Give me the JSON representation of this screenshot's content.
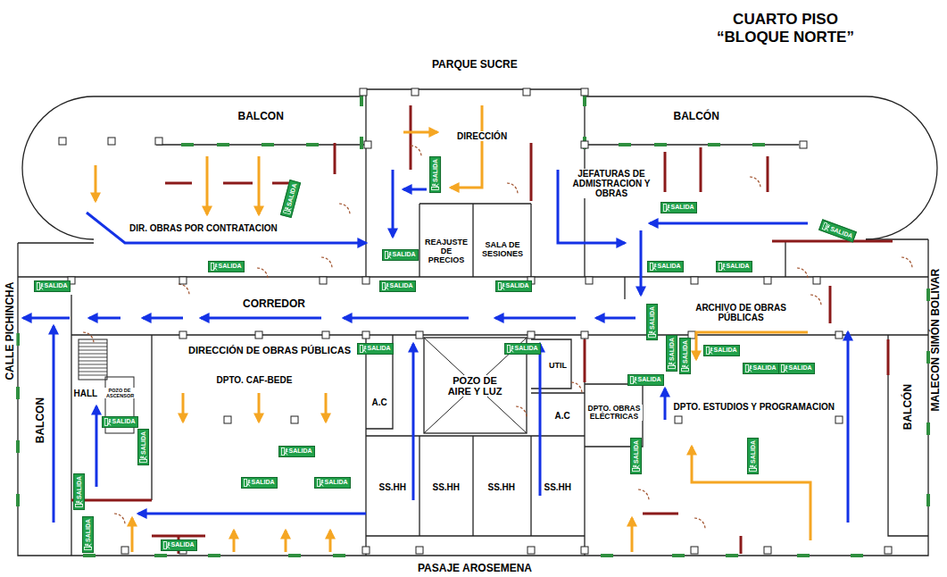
{
  "diagram": {
    "title": "CUARTO PISO “BLOQUE NORTE”",
    "nodes": [
      {
        "text": [
          "SALIDA"
        ]
      },
      {
        "text": [
          "SALIDA"
        ]
      },
      {
        "text": [
          "SALIDA"
        ]
      },
      {
        "text": [
          "SALIDA"
        ]
      },
      {
        "text": [
          "SALIDA"
        ]
      },
      {
        "text": [
          "SALIDA"
        ]
      },
      {
        "text": [
          "SALIDA"
        ]
      },
      {
        "text": [
          "SALIDA"
        ]
      },
      {
        "text": [
          "SALIDA"
        ]
      },
      {
        "text": [
          "SALIDA"
        ]
      },
      {
        "text": [
          "SALIDA"
        ]
      },
      {
        "text": [
          "SALIDA"
        ]
      },
      {
        "text": [
          "SALIDA"
        ]
      },
      {
        "text": [
          "SALIDA"
        ]
      },
      {
        "text": [
          "SALIDA"
        ]
      },
      {
        "text": [
          "SALIDA"
        ]
      },
      {
        "text": [
          "SALIDA"
        ]
      },
      {
        "text": [
          "SALIDA"
        ]
      },
      {
        "text": [
          "SALIDA"
        ]
      },
      {
        "text": [
          "SALIDA"
        ]
      },
      {
        "text": [
          "SALIDA"
        ]
      },
      {
        "text": [
          "SALIDA"
        ]
      },
      {
        "text": [
          "SALIDA"
        ]
      },
      {
        "text": [
          "SALIDA"
        ]
      },
      {
        "text": [
          "SALIDA"
        ]
      },
      {
        "text": [
          "SALIDA"
        ]
      },
      {
        "text": [
          "SALIDA"
        ]
      },
      {
        "text": [
          "SALIDA"
        ]
      },
      {
        "text": [
          "SALIDA"
        ]
      },
      {
        "text": [
          "SALIDA"
        ]
      }
    ],
    "labels": [
      "PARQUE SUCRE",
      "BALCON",
      "DIRECCIÓN",
      "BALCÓN",
      "JEFATURAS DE ADMISTRACION Y OBRAS",
      "DIR. OBRAS POR CONTRATACION",
      "REAJUSTE DE PRECIOS",
      "SALA DE SESIONES",
      "CORREDOR",
      "ARCHIVO DE OBRAS PÚBLICAS",
      "DIRECCIÓN DE OBRAS PÚBLICAS",
      "HALL",
      "POZO DE ASCENSOR",
      "DPTO. CAF-BEDE",
      "A.C",
      "POZO DE AIRE Y LUZ",
      "UTIL",
      "A.C",
      "DPTO. OBRAS ELÉCTRICAS",
      "DPTO. ESTUDIOS Y PROGRAMACION",
      "SS.HH",
      "SS.HH",
      "SS.HH",
      "SS.HH",
      "CALLE PICHINCHA",
      "BALCON",
      "BALCÓN",
      "MALECON SIMÓN BOLIVAR",
      "PASAJE AROSEMENA"
    ]
  }
}
